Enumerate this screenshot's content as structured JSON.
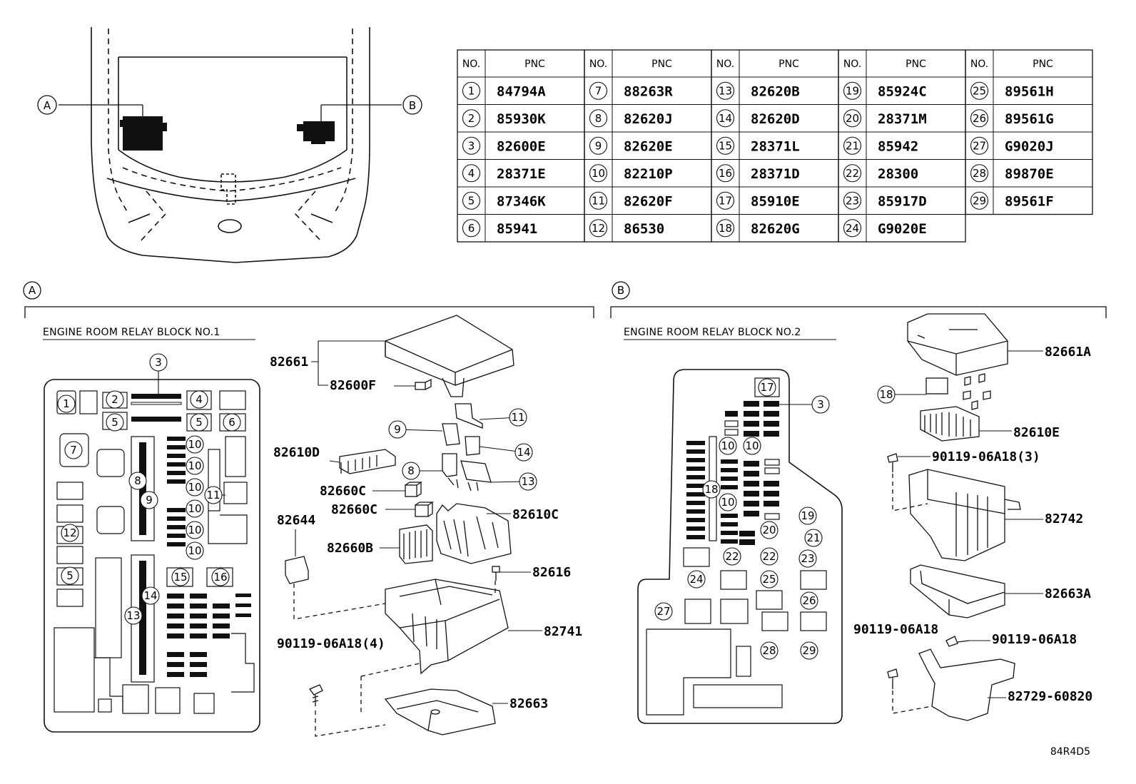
{
  "views": {
    "a": "A",
    "b": "B"
  },
  "table": {
    "header_no": "NO.",
    "header_pnc": "PNC",
    "rows": [
      [
        "1",
        "84794A"
      ],
      [
        "2",
        "85930K"
      ],
      [
        "3",
        "82600E"
      ],
      [
        "4",
        "28371E"
      ],
      [
        "5",
        "87346K"
      ],
      [
        "6",
        "85941"
      ],
      [
        "7",
        "88263R"
      ],
      [
        "8",
        "82620J"
      ],
      [
        "9",
        "82620E"
      ],
      [
        "10",
        "82210P"
      ],
      [
        "11",
        "82620F"
      ],
      [
        "12",
        "86530"
      ],
      [
        "13",
        "82620B"
      ],
      [
        "14",
        "82620D"
      ],
      [
        "15",
        "28371L"
      ],
      [
        "16",
        "28371D"
      ],
      [
        "17",
        "85910E"
      ],
      [
        "18",
        "82620G"
      ],
      [
        "19",
        "85924C"
      ],
      [
        "20",
        "28371M"
      ],
      [
        "21",
        "85942"
      ],
      [
        "22",
        "28300"
      ],
      [
        "23",
        "85917D"
      ],
      [
        "24",
        "G9020E"
      ],
      [
        "25",
        "89561H"
      ],
      [
        "26",
        "89561G"
      ],
      [
        "27",
        "G9020J"
      ],
      [
        "28",
        "89870E"
      ],
      [
        "29",
        "89561F"
      ]
    ]
  },
  "block1": {
    "title": "ENGINE ROOM RELAY BLOCK NO.1",
    "parts": {
      "p82661": "82661",
      "p82600F": "82600F",
      "p82610D": "82610D",
      "p82660C_1": "82660C",
      "p82660C_2": "82660C",
      "p82644": "82644",
      "p82610C": "82610C",
      "p82660B": "82660B",
      "p82616": "82616",
      "p82741": "82741",
      "p90119": "90119-06A18(4)",
      "p82663": "82663"
    }
  },
  "block2": {
    "title": "ENGINE ROOM RELAY BLOCK NO.2",
    "parts": {
      "p82661A": "82661A",
      "p82610E": "82610E",
      "p90119_3": "90119-06A18(3)",
      "p82742": "82742",
      "p82663A": "82663A",
      "p90119_a": "90119-06A18",
      "p90119_b": "90119-06A18",
      "p82729": "82729-60820"
    }
  },
  "figure_code": "84R4D5"
}
